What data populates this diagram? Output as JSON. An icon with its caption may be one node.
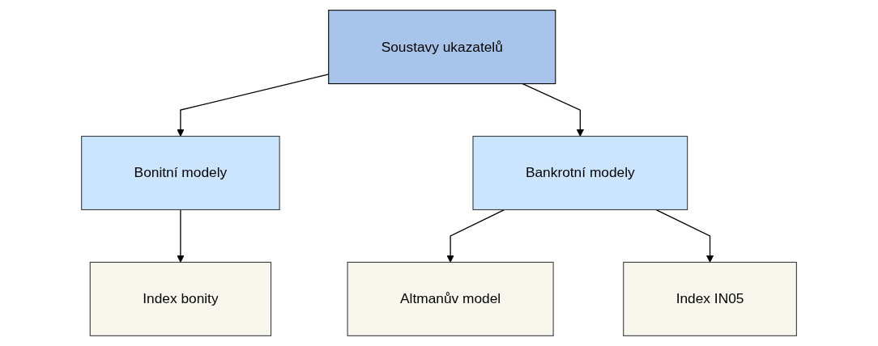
{
  "diagram": {
    "nodes": [
      {
        "text": [
          "Soustavy ukazatelů"
        ]
      },
      {
        "text": [
          "Bonitní modely"
        ]
      },
      {
        "text": [
          "Bankrotní modely"
        ]
      },
      {
        "text": [
          "Index bonity"
        ]
      },
      {
        "text": [
          "Altmanův model"
        ]
      },
      {
        "text": [
          "Index IN05"
        ]
      }
    ],
    "edges": [
      {
        "from": 0,
        "to": 1,
        "arrow": "to"
      },
      {
        "from": 0,
        "to": 2,
        "arrow": "to"
      },
      {
        "from": 1,
        "to": 3,
        "arrow": "to"
      },
      {
        "from": 2,
        "to": 4,
        "arrow": "to"
      },
      {
        "from": 2,
        "to": 5,
        "arrow": "to"
      }
    ]
  }
}
